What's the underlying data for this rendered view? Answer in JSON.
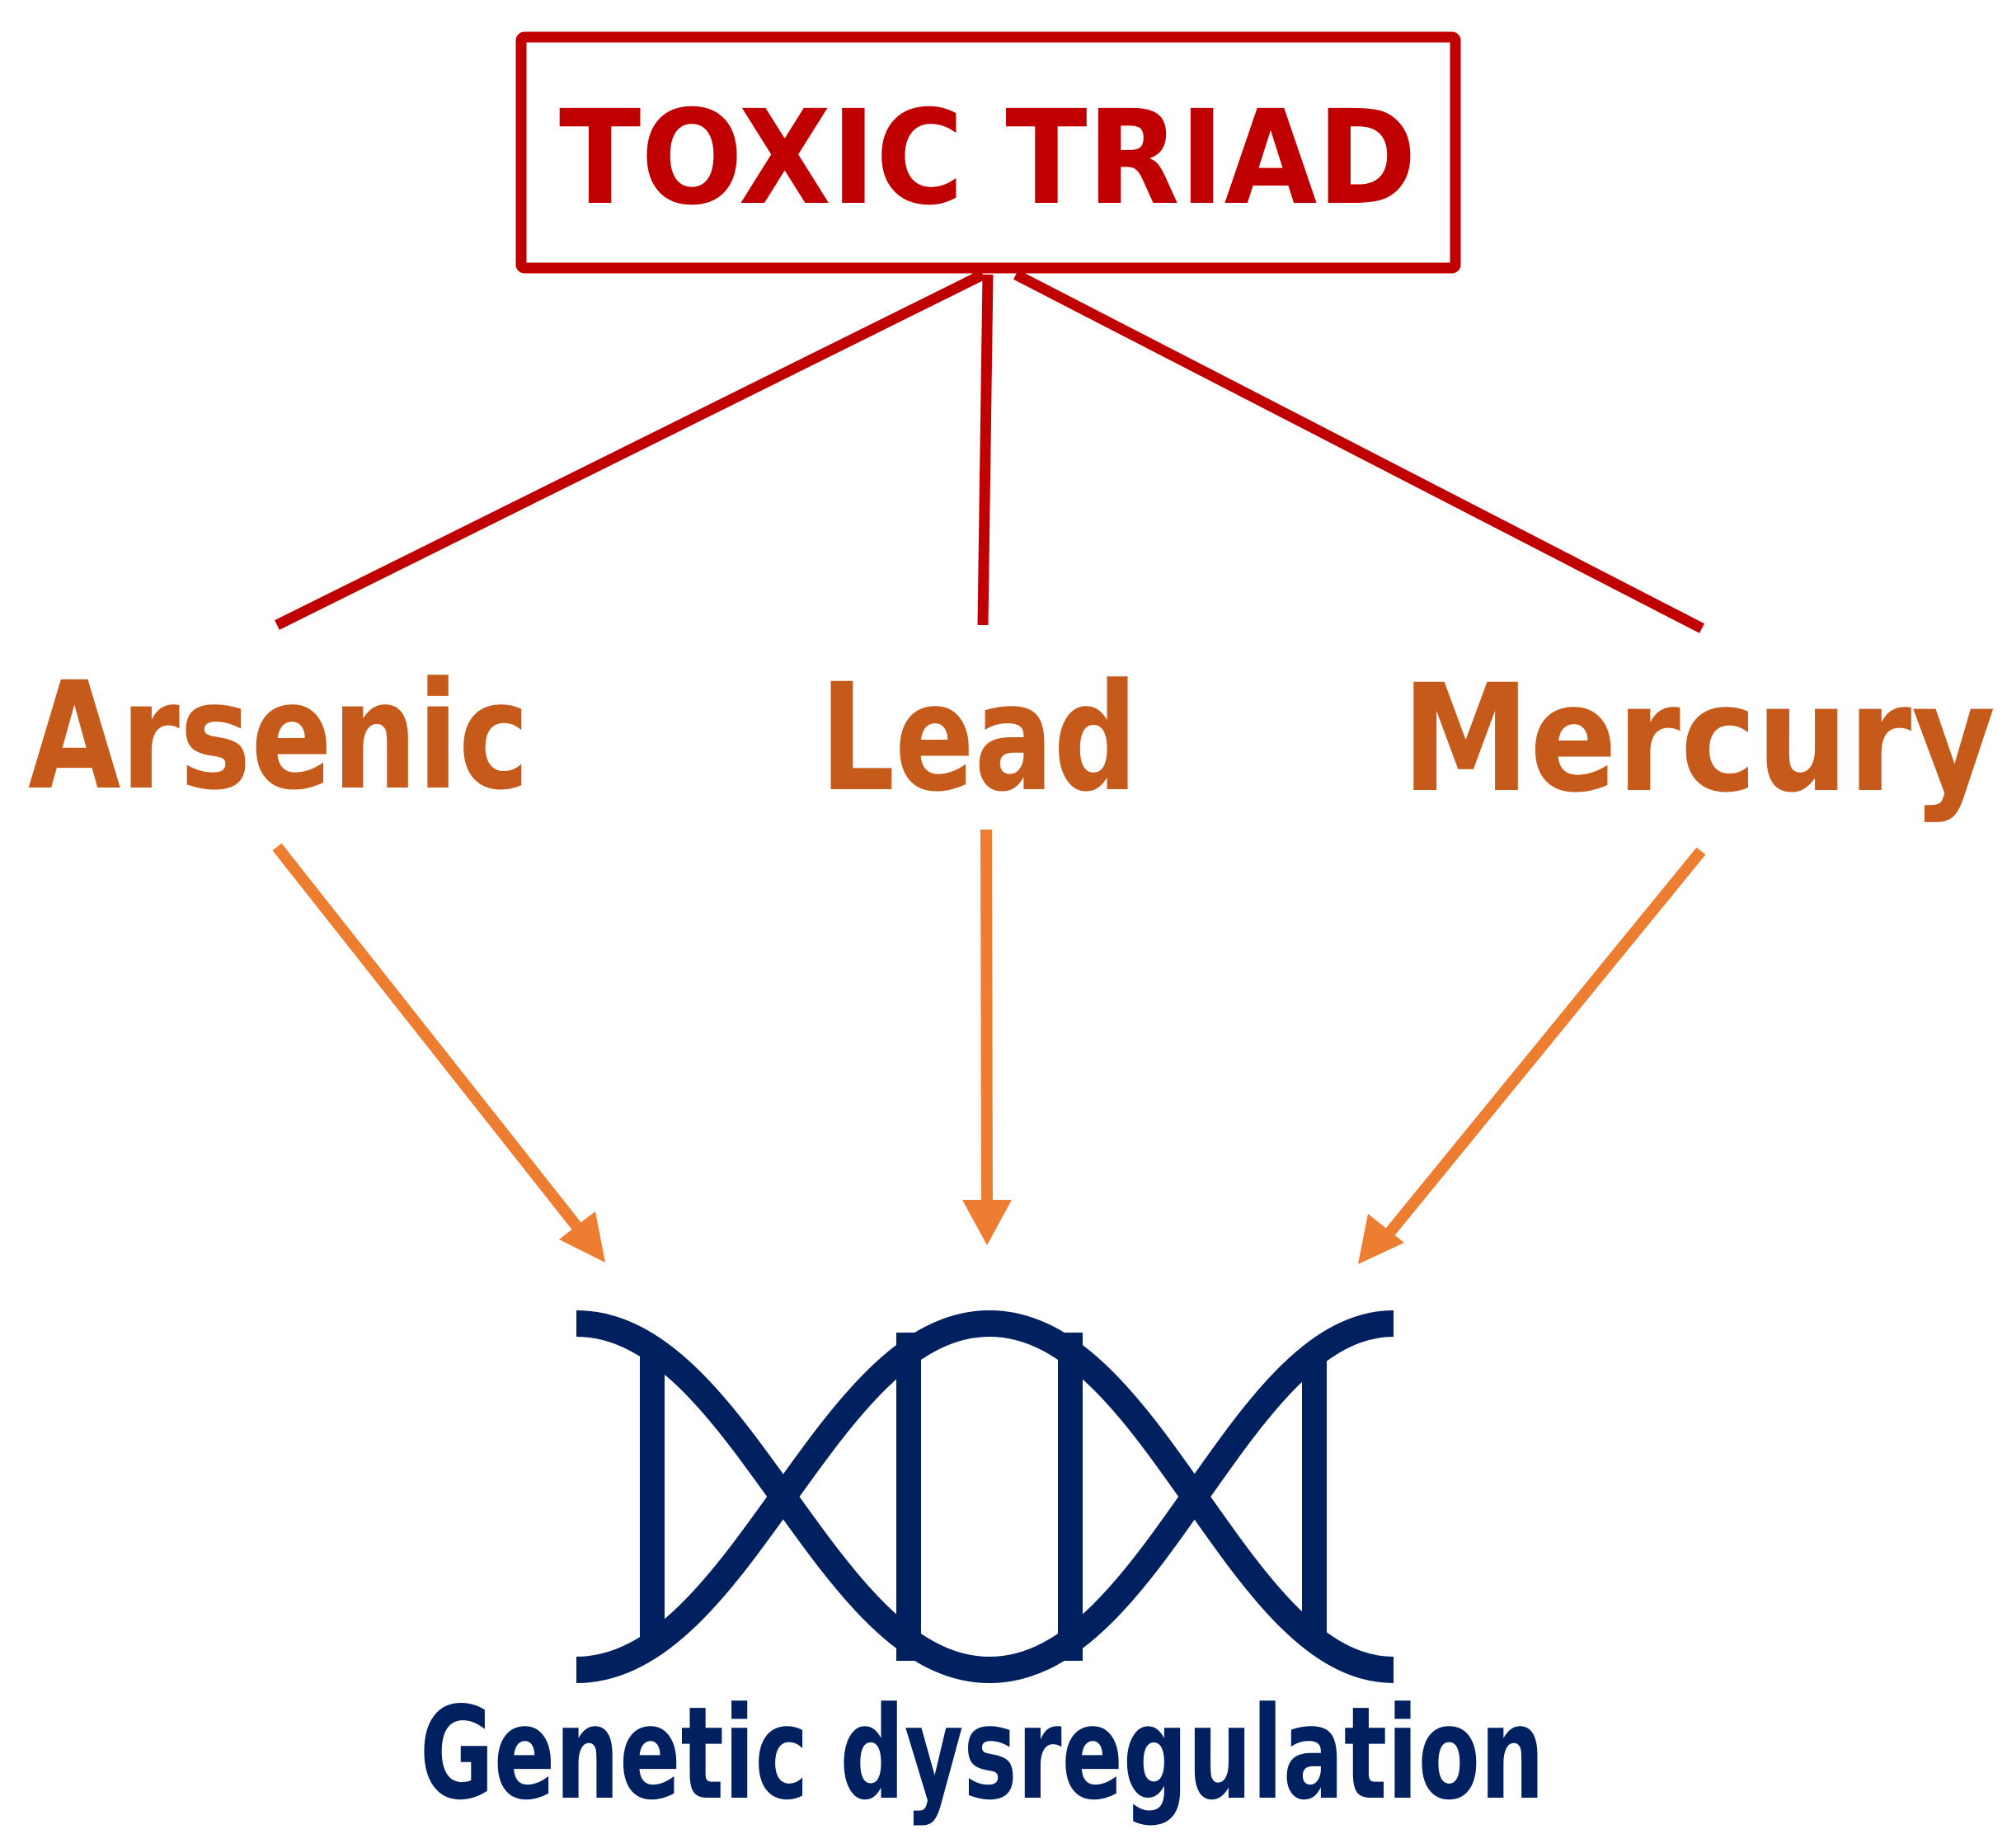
{
  "title": "TOXIC TRIAD",
  "metals": [
    {
      "id": "arsenic",
      "label": "Arsenic"
    },
    {
      "id": "lead",
      "label": "Lead"
    },
    {
      "id": "mercury",
      "label": "Mercury"
    }
  ],
  "outcome": {
    "label": "Genetic dysregulation",
    "icon": "dna-helix-icon"
  },
  "colors": {
    "title": "#c00000",
    "connector": "#c00000",
    "metal_text": "#c55a1a",
    "arrow": "#ed7d31",
    "dna": "#002060",
    "outcome_text": "#002060"
  }
}
